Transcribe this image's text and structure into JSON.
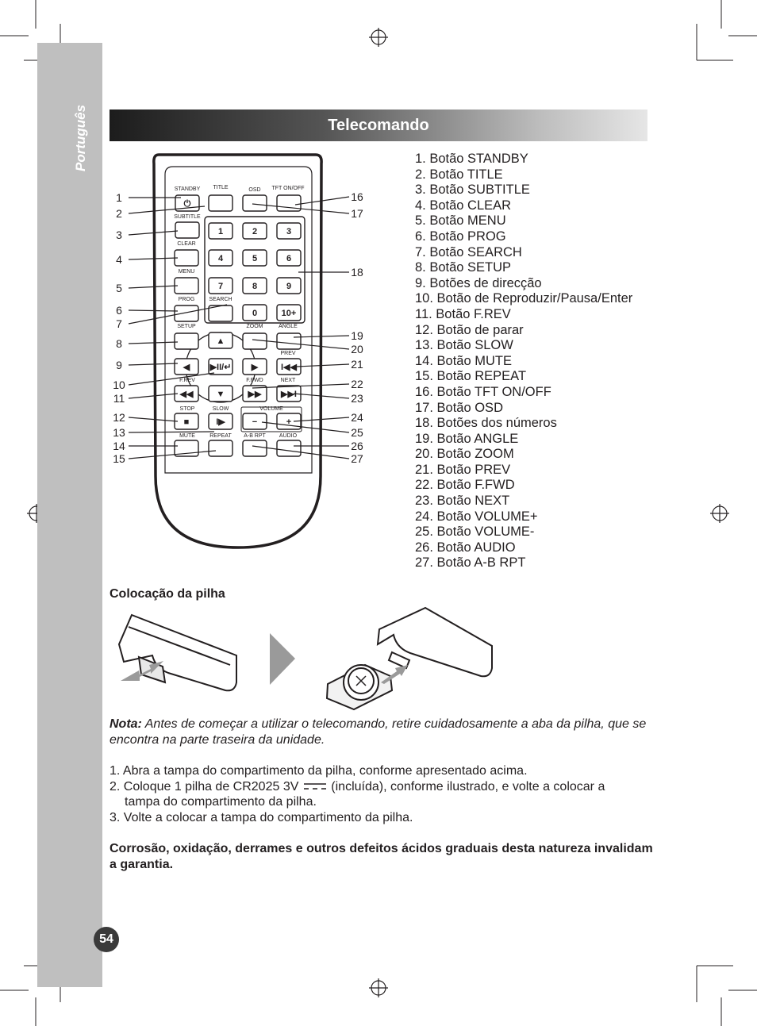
{
  "sidebar": {
    "language": "Português"
  },
  "header": {
    "title": "Telecomando"
  },
  "remote": {
    "labels": {
      "standby": "STANDBY",
      "title": "TITLE",
      "osd": "OSD",
      "tft": "TFT ON/OFF",
      "subtitle": "SUBTITLE",
      "clear": "CLEAR",
      "menu": "MENU",
      "prog": "PROG",
      "search": "SEARCH",
      "setup": "SETUP",
      "zoom": "ZOOM",
      "angle": "ANGLE",
      "prev": "PREV",
      "frev": "F.REV",
      "ffwd": "F.FWD",
      "next": "NEXT",
      "stop": "STOP",
      "slow": "SLOW",
      "volume": "VOLUME",
      "mute": "MUTE",
      "repeat": "REPEAT",
      "abrpt": "A-B RPT",
      "audio": "AUDIO"
    },
    "digits": [
      "1",
      "2",
      "3",
      "4",
      "5",
      "6",
      "7",
      "8",
      "9",
      "0",
      "10+"
    ],
    "callouts_left": [
      "1",
      "2",
      "3",
      "4",
      "5",
      "6",
      "7",
      "8",
      "9",
      "10",
      "11",
      "12",
      "13",
      "14",
      "15"
    ],
    "callouts_right": [
      "16",
      "17",
      "18",
      "19",
      "20",
      "21",
      "22",
      "23",
      "24",
      "25",
      "26",
      "27"
    ]
  },
  "legend": [
    "1. Botão STANDBY",
    "2. Botão TITLE",
    "3. Botão SUBTITLE",
    "4. Botão CLEAR",
    "5. Botão MENU",
    "6. Botão PROG",
    "7. Botão SEARCH",
    "8. Botão SETUP",
    "9. Botões de direcção",
    "10. Botão de Reproduzir/Pausa/Enter",
    "11. Botão F.REV",
    "12. Botão de parar",
    "13. Botão SLOW",
    "14. Botão MUTE",
    "15. Botão REPEAT",
    "16. Botão TFT ON/OFF",
    "17. Botão OSD",
    "18. Botões dos números",
    "19. Botão ANGLE",
    "20. Botão ZOOM",
    "21. Botão PREV",
    "22. Botão F.FWD",
    "23. Botão NEXT",
    "24. Botão VOLUME+",
    "25. Botão VOLUME-",
    "26. Botão AUDIO",
    "27. Botão A-B RPT"
  ],
  "battery": {
    "heading": "Colocação da pilha",
    "note_label": "Nota:",
    "note_text": " Antes de começar a utilizar o telecomando, retire cuidadosamente a aba da pilha, que se encontra na parte traseira da unidade.",
    "step1": "1. Abra a tampa do compartimento da pilha, conforme apresentado acima.",
    "step2a": "2. Coloque 1 pilha de CR2025 3V",
    "step2b": " (incluída), conforme ilustrado, e volte a colocar a",
    "step2c": "tampa do compartimento da pilha.",
    "step3": "3. Volte a colocar a tampa do compartimento da pilha.",
    "warning": "Corrosão, oxidação, derrames e outros defeitos ácidos graduais desta natureza invalidam a garantia."
  },
  "page_number": "54",
  "colors": {
    "sidebar": "#bfbfbf",
    "header_dark": "#1c1c1c",
    "header_light": "#e6e6e6",
    "ink": "#231f20"
  }
}
